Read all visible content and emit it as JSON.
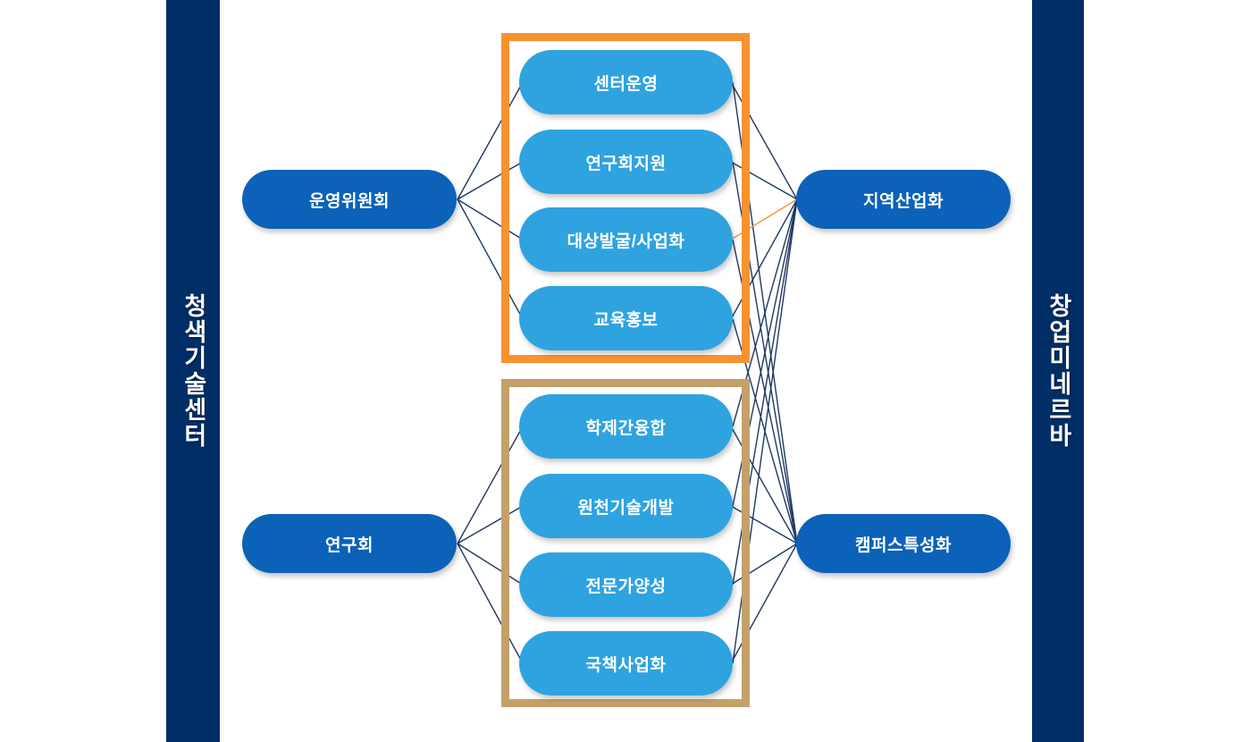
{
  "banners": {
    "left": {
      "text": "청색기술센터"
    },
    "right": {
      "text": "창업미네르바"
    }
  },
  "colors": {
    "banner_navy": "#012E66",
    "node_blue": "#0B62B8",
    "sub_blue": "#2EA3E0",
    "group_upper_border": "#F7922F",
    "group_lower_border": "#C4A06A",
    "link_navy": "#1F3864",
    "link_orange": "#F7922F",
    "background": "#FFFFFF"
  },
  "nodes": {
    "left_upper": {
      "label": "운영위원회"
    },
    "left_lower": {
      "label": "연구회"
    },
    "right_upper": {
      "label": "지역산업화"
    },
    "right_lower": {
      "label": "캠퍼스특성화"
    }
  },
  "groups": {
    "upper": {
      "border_color": "#F7922F",
      "items": [
        {
          "label": "센터운영"
        },
        {
          "label": "연구회지원"
        },
        {
          "label": "대상발굴/사업화"
        },
        {
          "label": "교육홍보"
        }
      ]
    },
    "lower": {
      "border_color": "#C4A06A",
      "items": [
        {
          "label": "학제간융합"
        },
        {
          "label": "원천기술개발"
        },
        {
          "label": "전문가양성"
        },
        {
          "label": "국책사업화"
        }
      ]
    }
  }
}
